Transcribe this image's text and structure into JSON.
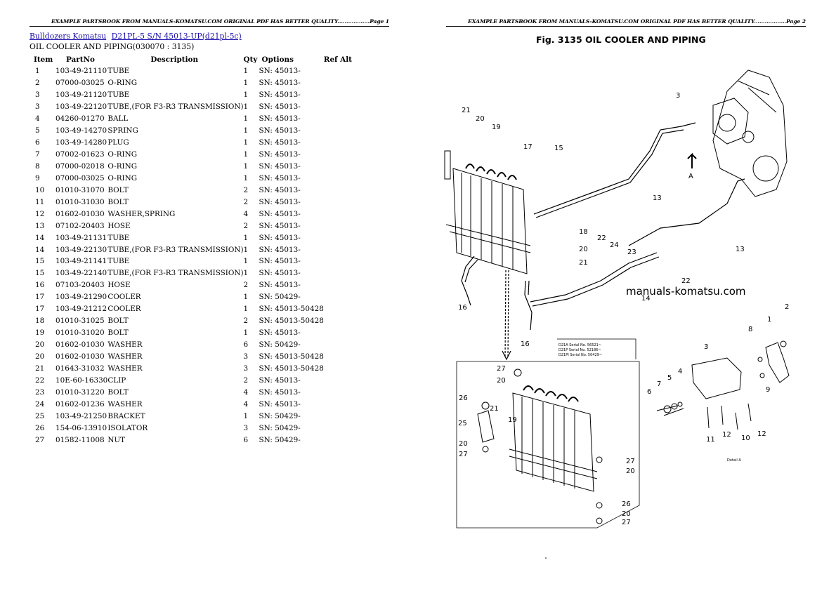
{
  "page1": {
    "header": "EXAMPLE PARTSBOOK FROM MANUALS-KOMATSU.COM ORIGINAL PDF HAS BETTER QUALITY..................Page 1",
    "breadcrumb": {
      "link1": "Bulldozers Komatsu",
      "link2": "D21PL-5 S/N 45013-UP(d21pl-5c)"
    },
    "subtitle": "OIL COOLER AND PIPING(030070 : 3135)",
    "columns": [
      "Item",
      "PartNo",
      "Description",
      "Qty",
      "Options",
      "Ref Alt"
    ],
    "rows": [
      [
        "1",
        "103-49-21110",
        "TUBE",
        "1",
        "SN: 45013-",
        ""
      ],
      [
        "2",
        "07000-03025",
        "O-RING",
        "1",
        "SN: 45013-",
        ""
      ],
      [
        "3",
        "103-49-21120",
        "TUBE",
        "1",
        "SN: 45013-",
        ""
      ],
      [
        "3",
        "103-49-22120",
        "TUBE,(FOR F3-R3 TRANSMISSION)",
        "1",
        "SN: 45013-",
        ""
      ],
      [
        "4",
        "04260-01270",
        "BALL",
        "1",
        "SN: 45013-",
        ""
      ],
      [
        "5",
        "103-49-14270",
        "SPRING",
        "1",
        "SN: 45013-",
        ""
      ],
      [
        "6",
        "103-49-14280",
        "PLUG",
        "1",
        "SN: 45013-",
        ""
      ],
      [
        "7",
        "07002-01623",
        "O-RING",
        "1",
        "SN: 45013-",
        ""
      ],
      [
        "8",
        "07000-02018",
        "O-RING",
        "1",
        "SN: 45013-",
        ""
      ],
      [
        "9",
        "07000-03025",
        "O-RING",
        "1",
        "SN: 45013-",
        ""
      ],
      [
        "10",
        "01010-31070",
        "BOLT",
        "2",
        "SN: 45013-",
        ""
      ],
      [
        "11",
        "01010-31030",
        "BOLT",
        "2",
        "SN: 45013-",
        ""
      ],
      [
        "12",
        "01602-01030",
        "WASHER,SPRING",
        "4",
        "SN: 45013-",
        ""
      ],
      [
        "13",
        "07102-20403",
        "HOSE",
        "2",
        "SN: 45013-",
        ""
      ],
      [
        "14",
        "103-49-21131",
        "TUBE",
        "1",
        "SN: 45013-",
        ""
      ],
      [
        "14",
        "103-49-22130",
        "TUBE,(FOR F3-R3 TRANSMISSION)",
        "1",
        "SN: 45013-",
        ""
      ],
      [
        "15",
        "103-49-21141",
        "TUBE",
        "1",
        "SN: 45013-",
        ""
      ],
      [
        "15",
        "103-49-22140",
        "TUBE,(FOR F3-R3 TRANSMISSION)",
        "1",
        "SN: 45013-",
        ""
      ],
      [
        "16",
        "07103-20403",
        "HOSE",
        "2",
        "SN: 45013-",
        ""
      ],
      [
        "17",
        "103-49-21290",
        "COOLER",
        "1",
        "SN: 50429-",
        ""
      ],
      [
        "17",
        "103-49-21212",
        "COOLER",
        "1",
        "SN: 45013-50428",
        ""
      ],
      [
        "18",
        "01010-31025",
        "BOLT",
        "2",
        "SN: 45013-50428",
        ""
      ],
      [
        "19",
        "01010-31020",
        "BOLT",
        "1",
        "SN: 45013-",
        ""
      ],
      [
        "20",
        "01602-01030",
        "WASHER",
        "6",
        "SN: 50429-",
        ""
      ],
      [
        "20",
        "01602-01030",
        "WASHER",
        "3",
        "SN: 45013-50428",
        ""
      ],
      [
        "21",
        "01643-31032",
        "WASHER",
        "3",
        "SN: 45013-50428",
        ""
      ],
      [
        "22",
        "10E-60-16330",
        "CLIP",
        "2",
        "SN: 45013-",
        ""
      ],
      [
        "23",
        "01010-31220",
        "BOLT",
        "4",
        "SN: 45013-",
        ""
      ],
      [
        "24",
        "01602-01236",
        "WASHER",
        "4",
        "SN: 45013-",
        ""
      ],
      [
        "25",
        "103-49-21250",
        "BRACKET",
        "1",
        "SN: 50429-",
        ""
      ],
      [
        "26",
        "154-06-13910",
        "ISOLATOR",
        "3",
        "SN: 50429-",
        ""
      ],
      [
        "27",
        "01582-11008",
        "NUT",
        "6",
        "SN: 50429-",
        ""
      ]
    ]
  },
  "page2": {
    "header": "EXAMPLE PARTSBOOK FROM MANUALS-KOMATSU.COM ORIGINAL PDF HAS BETTER QUALITY..................Page 2",
    "figure_title": "Fig. 3135 OIL COOLER AND PIPING",
    "watermark": "manuals-komatsu.com",
    "serial_table": [
      "D21A   Serial No. 56521~",
      "D21P   Serial No. 52186~",
      "D21PI  Serial No. 50429~"
    ],
    "detail_label": "Detail A",
    "arrow_label": "A",
    "callouts_top": [
      "21",
      "20",
      "19",
      "17",
      "15",
      "3",
      "13",
      "18",
      "20",
      "21",
      "22",
      "24",
      "23",
      "13",
      "16",
      "14",
      "22",
      "16"
    ],
    "callouts_bottom": [
      "27",
      "20",
      "26",
      "21",
      "25",
      "19",
      "20",
      "27",
      "27",
      "20",
      "26",
      "20",
      "27"
    ],
    "callouts_detail": [
      "2",
      "1",
      "8",
      "3",
      "9",
      "6",
      "7",
      "5",
      "4",
      "11",
      "12",
      "10",
      "12"
    ]
  }
}
